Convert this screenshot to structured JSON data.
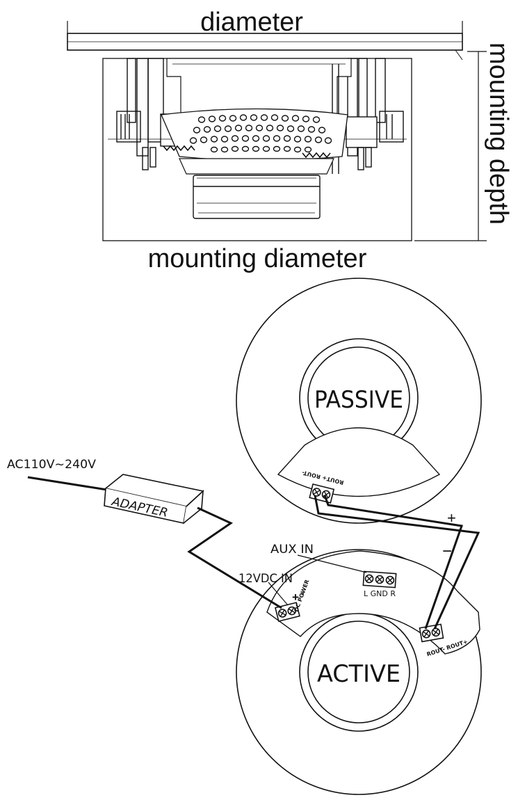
{
  "dimensions": {
    "top_label": "diameter",
    "side_label": "mounting depth",
    "bottom_label": "mounting diameter"
  },
  "passive_speaker": {
    "label": "PASSIVE",
    "terminal_label": "ROUT+ ROUT-"
  },
  "active_speaker": {
    "label": "ACTIVE",
    "dc_terminal_label": "DC POWER",
    "dc_plus": "+",
    "dc_minus": "-",
    "aux_terminal_label": "L GND R",
    "out_terminal_label": "ROUT- ROUT+"
  },
  "wiring": {
    "mains_label": "AC110V~240V",
    "adapter_label": "ADAPTER",
    "dc_input_label": "12VDC IN",
    "aux_input_label": "AUX IN",
    "plus_label": "+",
    "minus_label": "−"
  }
}
